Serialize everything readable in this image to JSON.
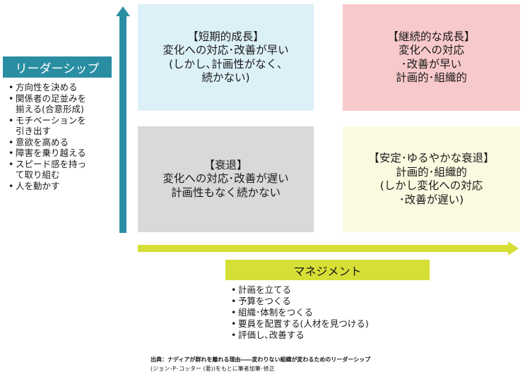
{
  "leadership": {
    "label": "リーダーシップ",
    "items": [
      "方向性を決める",
      "関係者の足並みを\n揃える(合意形成)",
      "モチベーションを\n引き出す",
      "意欲を高める",
      "障害を乗り越える",
      "スピード感を持っ\nて取り組む",
      "人を動かす"
    ]
  },
  "quadrants": {
    "top_left": "【短期的成長】\n変化への対応･改善が早い\n(しかし､計画性がなく､\n続かない)",
    "top_right": "【継続的な成長】\n変化への対応\n･改善が早い\n計画的･組織的",
    "bottom_left": "【衰退】\n変化への対応･改善が遅い\n計画性もなく続かない",
    "bottom_right": "【安定･ゆるやかな衰退】\n計画的･組織的\n(しかし変化への対応\n･改善が遅い)"
  },
  "management": {
    "label": "マネジメント",
    "items": [
      "計画を立てる",
      "予算をつくる",
      "組織･体制をつくる",
      "要員を配置する(人材を見つける)",
      "評価し､改善する"
    ]
  },
  "source": {
    "line1": "出典：ナディアが群れを離れる理由――変わりない組織が変わるためのリーダーシップ",
    "line2": "(ジョン･P･コッター (著))をもとに筆者加筆･修正"
  },
  "colors": {
    "teal": "#2a8ea3",
    "yellow_green": "#d5df35",
    "q_top_left": "#dcf0f8",
    "q_top_right": "#f8c9cb",
    "q_bottom_left": "#d9d9d9",
    "q_bottom_right": "#fafae0"
  }
}
